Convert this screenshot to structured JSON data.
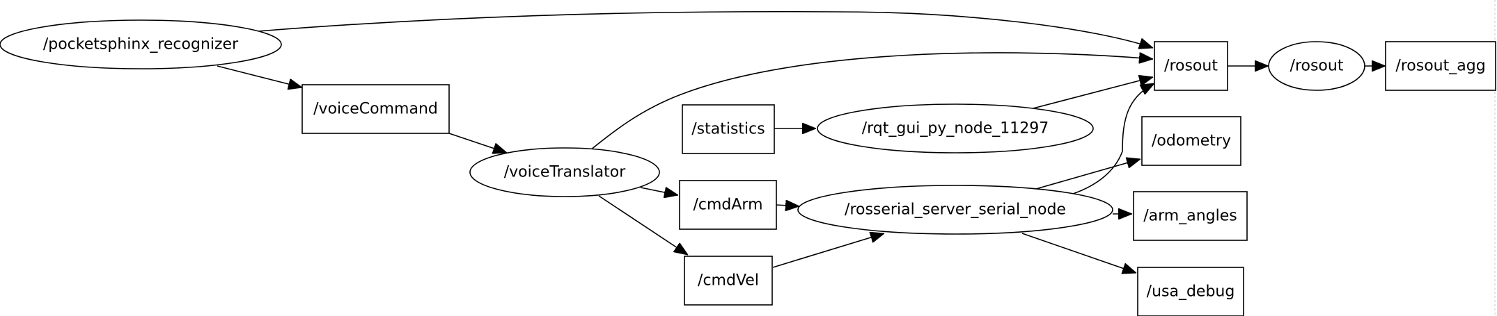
{
  "graph": {
    "nodes": {
      "pocketsphinx_recognizer": {
        "label": "/pocketsphinx_recognizer",
        "shape": "ellipse"
      },
      "voiceCommand": {
        "label": "/voiceCommand",
        "shape": "box"
      },
      "voiceTranslator": {
        "label": "/voiceTranslator",
        "shape": "ellipse"
      },
      "statistics": {
        "label": "/statistics",
        "shape": "box"
      },
      "rqt_gui_py_node_11297": {
        "label": "/rqt_gui_py_node_11297",
        "shape": "ellipse"
      },
      "cmdArm": {
        "label": "/cmdArm",
        "shape": "box"
      },
      "cmdVel": {
        "label": "/cmdVel",
        "shape": "box"
      },
      "rosserial_server_serial_node": {
        "label": "/rosserial_server_serial_node",
        "shape": "ellipse"
      },
      "rosout_topic": {
        "label": "/rosout",
        "shape": "box"
      },
      "rosout_node": {
        "label": "/rosout",
        "shape": "ellipse"
      },
      "rosout_agg": {
        "label": "/rosout_agg",
        "shape": "box"
      },
      "odometry": {
        "label": "/odometry",
        "shape": "box"
      },
      "arm_angles": {
        "label": "/arm_angles",
        "shape": "box"
      },
      "usa_debug": {
        "label": "/usa_debug",
        "shape": "box"
      }
    },
    "edges": [
      {
        "from": "pocketsphinx_recognizer",
        "to": "rosout_topic"
      },
      {
        "from": "pocketsphinx_recognizer",
        "to": "voiceCommand"
      },
      {
        "from": "voiceCommand",
        "to": "voiceTranslator"
      },
      {
        "from": "voiceTranslator",
        "to": "rosout_topic"
      },
      {
        "from": "voiceTranslator",
        "to": "cmdArm"
      },
      {
        "from": "voiceTranslator",
        "to": "cmdVel"
      },
      {
        "from": "statistics",
        "to": "rqt_gui_py_node_11297"
      },
      {
        "from": "rqt_gui_py_node_11297",
        "to": "rosout_topic"
      },
      {
        "from": "cmdArm",
        "to": "rosserial_server_serial_node"
      },
      {
        "from": "cmdVel",
        "to": "rosserial_server_serial_node"
      },
      {
        "from": "rosserial_server_serial_node",
        "to": "rosout_topic"
      },
      {
        "from": "rosserial_server_serial_node",
        "to": "odometry"
      },
      {
        "from": "rosserial_server_serial_node",
        "to": "arm_angles"
      },
      {
        "from": "rosserial_server_serial_node",
        "to": "usa_debug"
      },
      {
        "from": "rosout_topic",
        "to": "rosout_node"
      },
      {
        "from": "rosout_node",
        "to": "rosout_agg"
      }
    ]
  }
}
